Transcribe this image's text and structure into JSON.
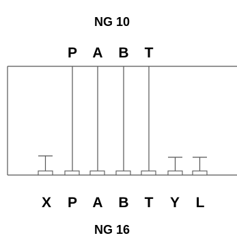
{
  "top_title": "NG 10",
  "bottom_title": "NG 16",
  "top_labels": [
    "P",
    "A",
    "B",
    "T"
  ],
  "bottom_labels": [
    "X",
    "P",
    "A",
    "B",
    "T",
    "Y",
    "L"
  ],
  "ports": [
    {
      "label": "X",
      "connected_to_top": false
    },
    {
      "label": "P",
      "connected_to_top": true
    },
    {
      "label": "A",
      "connected_to_top": true
    },
    {
      "label": "B",
      "connected_to_top": true
    },
    {
      "label": "T",
      "connected_to_top": true
    },
    {
      "label": "Y",
      "connected_to_top": false
    },
    {
      "label": "L",
      "connected_to_top": false
    }
  ],
  "line_color": "#555555",
  "text_color": "#000000"
}
